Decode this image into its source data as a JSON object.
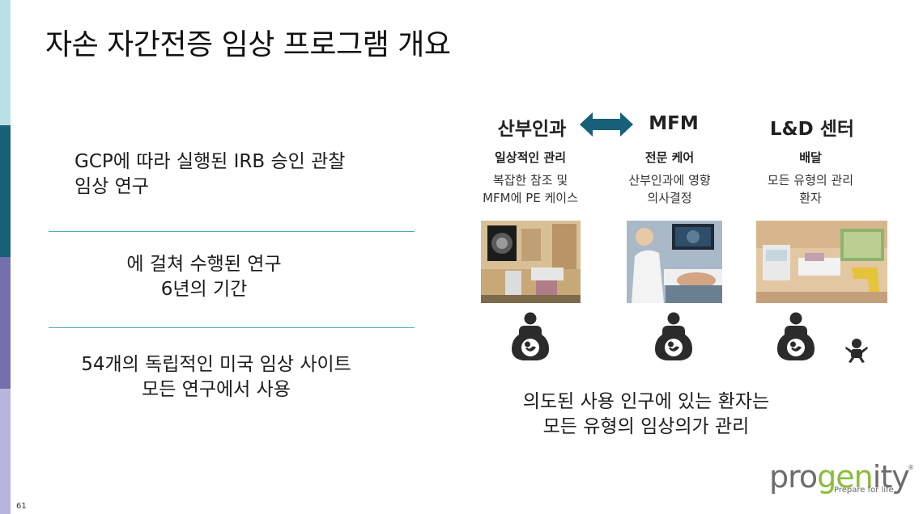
{
  "slide": {
    "title": "자손 자간전증 임상 프로그램 개요",
    "page_number": "61"
  },
  "left": {
    "block1": [
      "GCP에 따라 실행된 IRB 승인 관찰",
      "임상 연구"
    ],
    "block2": [
      "에 걸쳐 수행된 연구",
      "6년의 기간"
    ],
    "block3": [
      "54개의 독립적인 미국 임상 사이트",
      "모든 연구에서 사용"
    ]
  },
  "columns": [
    {
      "heading": "산부인과",
      "subheading": "일상적인 관리",
      "desc": [
        "복잡한 참조 및",
        "MFM에 PE 케이스"
      ]
    },
    {
      "heading": "MFM",
      "subheading": "전문 케어",
      "desc": [
        "산부인과에 영향",
        "의사결정"
      ]
    },
    {
      "heading": "L&D 센터",
      "subheading": "배달",
      "desc": [
        "모든 유형의 관리",
        "환자"
      ]
    }
  ],
  "bottom": [
    "의도된 사용 인구에 있는 환자는",
    "모든 유형의 임상의가 관리"
  ],
  "logo": {
    "brand_pre": "pro",
    "brand_g": "gen",
    "brand_post": "ity",
    "tagline": "Prepare for life.",
    "reg": "®"
  },
  "colors": {
    "accent_teal": "#17607a",
    "divider": "#4fa9c1",
    "purple": "#7470ad",
    "logo_green": "#8bbd3a"
  },
  "icons": [
    "double-arrow-icon",
    "pregnant-woman-icon",
    "baby-icon"
  ]
}
